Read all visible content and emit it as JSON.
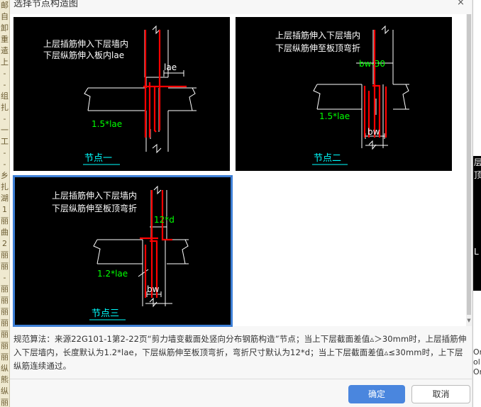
{
  "dialog": {
    "title": "选择节点构造图",
    "close_glyph": "×"
  },
  "cards": [
    {
      "label": "节点一",
      "line1": "上层插筋伸入下层墙内",
      "line2": "下层纵筋伸入板内lae",
      "ann_a": "lae",
      "ann_b": "1.5*lae"
    },
    {
      "label": "节点二",
      "line1": "上层插筋伸入下层墙内",
      "line2": "下层纵筋伸至板顶弯折",
      "ann_a": "bw-30",
      "ann_b": "1.5*lae",
      "ann_c": "bw"
    },
    {
      "label": "节点三",
      "line1": "上层插筋伸入下层墙内",
      "line2": "下层纵筋伸至板顶弯折",
      "ann_a": "12*d",
      "ann_b": "1.2*lae",
      "ann_c": "bw"
    }
  ],
  "description": "规范算法：来源22G101-1第2-22页“剪力墙变截面处竖向分布钢筋构造”节点；当上下层截面差值▵＞30mm时，上层插筋伸入下层墙内，长度默认为1.2*lae，下层纵筋伸至板顶弯折，弯折尺寸默认为12*d；当上下层截面差值▵≤30mm时，上下层纵筋连续通过。",
  "buttons": {
    "ok": "确定",
    "cancel": "取消"
  },
  "background_left": [
    "邮",
    "自",
    "卸",
    "重",
    "遣",
    "上",
    "-",
    "-",
    "组",
    "扎",
    "-",
    "一",
    "工",
    "-",
    "-",
    "乡",
    "扎",
    "湖",
    "1",
    "丽",
    "曲",
    "2",
    "丽",
    "丽",
    "-",
    "丽",
    "丽",
    "丽",
    "丽",
    "丽",
    "丽",
    "丽",
    "纵",
    "熊",
    "纵",
    "丽"
  ],
  "background_right": [
    "层",
    "顶",
    "",
    "",
    "",
    "",
    "",
    "",
    "L",
    "",
    ""
  ],
  "background_right_bottom": [
    "Or",
    "ol",
    "Or"
  ],
  "colors": {
    "accent": "#4a86de",
    "selected": "#3d7fd6",
    "rebar": "#ff0000",
    "annotation": "#00ff00",
    "label": "#00ffff",
    "line": "#ffffff"
  }
}
